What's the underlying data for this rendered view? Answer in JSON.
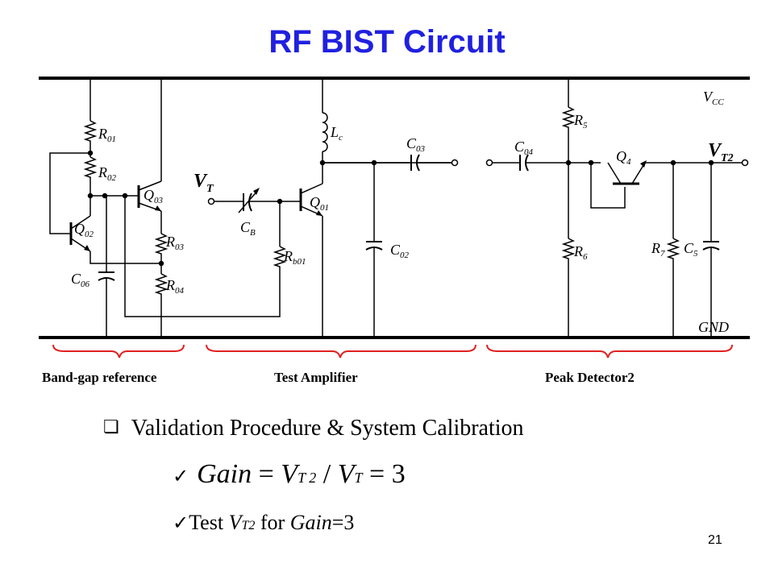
{
  "slide": {
    "title": "RF BIST Circuit",
    "page_number": "21"
  },
  "circuit": {
    "labels": {
      "vcc": {
        "base": "V",
        "sub": "CC"
      },
      "gnd": "GND",
      "vt": {
        "base": "V",
        "sub": "T"
      },
      "vt2": {
        "base": "V",
        "sub": "T2"
      },
      "r01": {
        "base": "R",
        "sub": "01"
      },
      "r02": {
        "base": "R",
        "sub": "02"
      },
      "r03": {
        "base": "R",
        "sub": "03"
      },
      "r04": {
        "base": "R",
        "sub": "04"
      },
      "rb01": {
        "base": "R",
        "sub": "b01"
      },
      "r5": {
        "base": "R",
        "sub": "5"
      },
      "r6": {
        "base": "R",
        "sub": "6"
      },
      "r7": {
        "base": "R",
        "sub": "7"
      },
      "lc": {
        "base": "L",
        "sub": "c"
      },
      "q01": {
        "base": "Q",
        "sub": "01"
      },
      "q02": {
        "base": "Q",
        "sub": "02"
      },
      "q03": {
        "base": "Q",
        "sub": "03"
      },
      "q4": {
        "base": "Q",
        "sub": "4"
      },
      "c02": {
        "base": "C",
        "sub": "02"
      },
      "c03": {
        "base": "C",
        "sub": "03"
      },
      "c04": {
        "base": "C",
        "sub": "04"
      },
      "c06": {
        "base": "C",
        "sub": "06"
      },
      "c5": {
        "base": "C",
        "sub": "5"
      },
      "cb": {
        "base": "C",
        "sub": "B"
      }
    },
    "sections": [
      "Band-gap reference",
      "Test Amplifier",
      "Peak Detector2"
    ]
  },
  "bullets": {
    "main": "Validation Procedure & System Calibration",
    "check_glyph": "✓",
    "square_glyph": "❏",
    "formula": {
      "gain": "Gain",
      "eq1": " = ",
      "v": "V",
      "t2": "T 2",
      "slash": " / ",
      "v2": "V",
      "t": "T",
      "eq2": " = 3"
    },
    "sub2": {
      "prefix": "Test ",
      "v": "V",
      "t2": "T2",
      "for": " for ",
      "gain": "Gain",
      "tail": "=3"
    }
  }
}
